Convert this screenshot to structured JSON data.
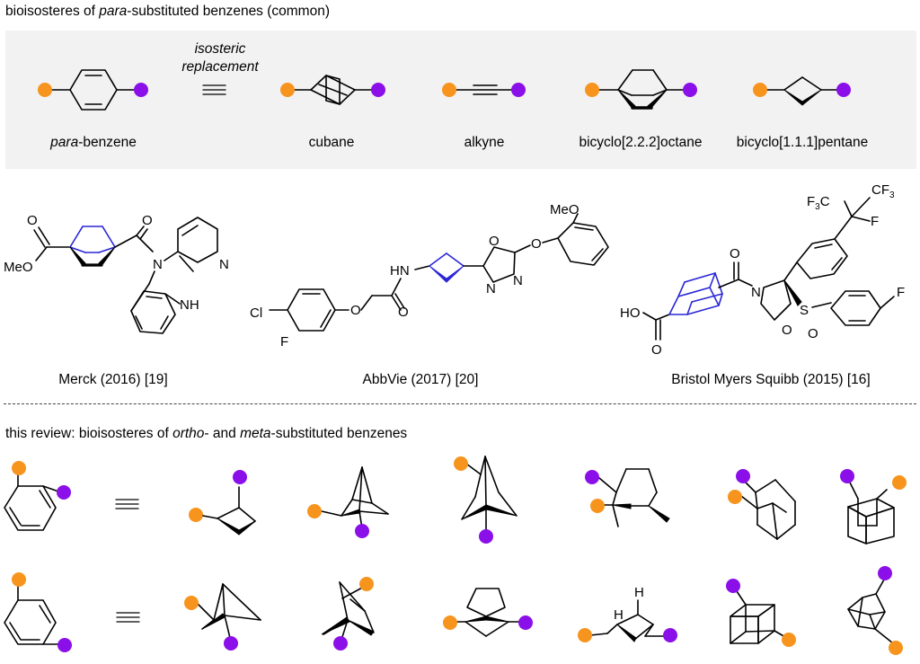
{
  "header_common": {
    "prefix": "bioisosteres of ",
    "italic": "para",
    "suffix": "-substituted benzenes (common)"
  },
  "panel": {
    "isosteric_line1": "isosteric",
    "isosteric_line2": "replacement",
    "labels": {
      "para_italic": "para",
      "para_rest": "-benzene",
      "cubane": "cubane",
      "alkyne": "alkyne",
      "bco": "bicyclo[2.2.2]octane",
      "bcp": "bicyclo[1.1.1]pentane"
    }
  },
  "drugs": [
    {
      "label": "Merck (2016) [19]"
    },
    {
      "label": "AbbVie (2017) [20]"
    },
    {
      "label": "Bristol Myers Squibb (2015) [16]"
    }
  ],
  "atoms": {
    "meo_ester": "MeO",
    "o": "O",
    "n": "N",
    "nh": "NH",
    "hn": "HN",
    "cl": "Cl",
    "f": "F",
    "meo": "MeO",
    "ho": "HO",
    "s": "S",
    "f3c": "F",
    "three": "3",
    "c": "C",
    "cf3": "CF",
    "h": "H"
  },
  "review": {
    "prefix": "this review: bioisosteres of ",
    "ortho": "ortho",
    "mid": "- and ",
    "meta": "meta",
    "suffix": "-substituted benzenes"
  },
  "colors": {
    "orange": "#f7941d",
    "purple": "#8b0fe8",
    "blue_bond": "#2a27d6",
    "panel_bg": "#f2f2f2"
  }
}
